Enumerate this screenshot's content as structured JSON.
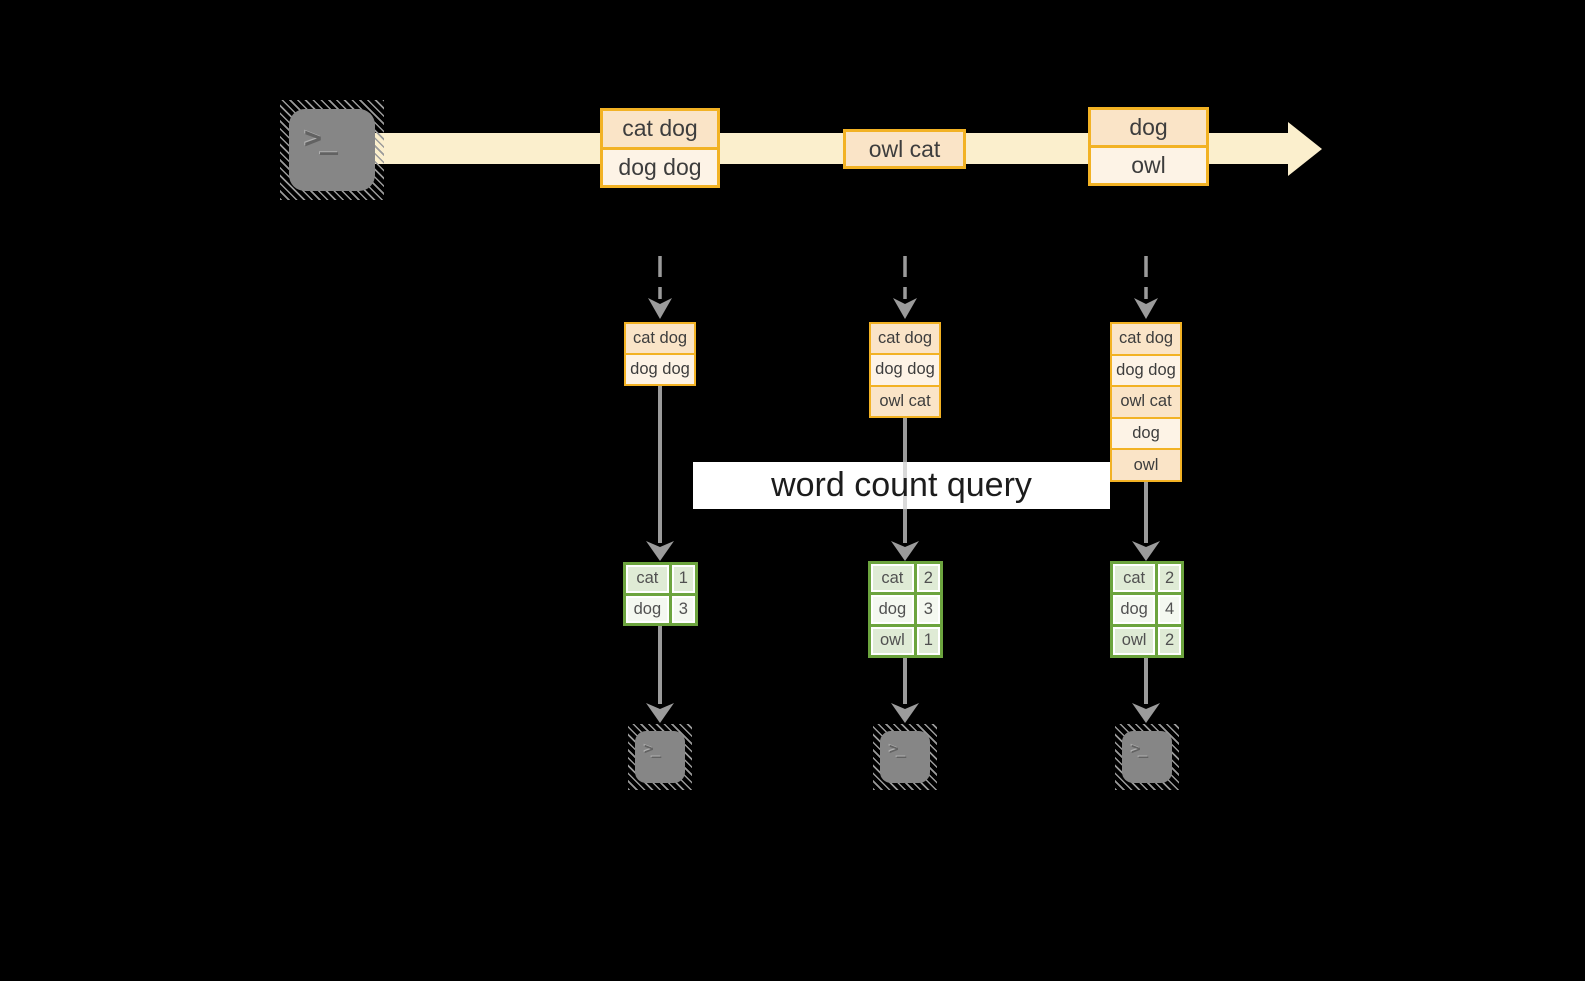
{
  "title": "streaming word count query diagram",
  "colors": {
    "background": "#000000",
    "stream_band": "#FBEFCD",
    "orange_border": "#F2B224",
    "orange_fill_dark": "#FAE4C7",
    "orange_fill_light": "#FDF3E6",
    "green_border": "#6CA43E",
    "green_fill": "#DFEBD5",
    "green_fill_light": "#F4F8F0",
    "arrow_gray": "#9B9B9B",
    "terminal_gray": "#868686",
    "query_band_bg": "#FFFFFF",
    "text": "#3D3D3D"
  },
  "terminal": {
    "glyph": ">_"
  },
  "stream": {
    "events": [
      {
        "rows": [
          "cat dog",
          "dog dog"
        ]
      },
      {
        "rows": [
          "owl cat"
        ]
      },
      {
        "rows": [
          "dog",
          "owl"
        ]
      }
    ]
  },
  "query": {
    "label": "word count query"
  },
  "columns": [
    {
      "state_rows": [
        "cat dog",
        "dog dog"
      ],
      "result": [
        {
          "word": "cat",
          "count": "1"
        },
        {
          "word": "dog",
          "count": "3"
        }
      ]
    },
    {
      "state_rows": [
        "cat dog",
        "dog dog",
        "owl cat"
      ],
      "result": [
        {
          "word": "cat",
          "count": "2"
        },
        {
          "word": "dog",
          "count": "3"
        },
        {
          "word": "owl",
          "count": "1"
        }
      ]
    },
    {
      "state_rows": [
        "cat dog",
        "dog dog",
        "owl cat",
        "dog",
        "owl"
      ],
      "result": [
        {
          "word": "cat",
          "count": "2"
        },
        {
          "word": "dog",
          "count": "4"
        },
        {
          "word": "owl",
          "count": "2"
        }
      ]
    }
  ]
}
